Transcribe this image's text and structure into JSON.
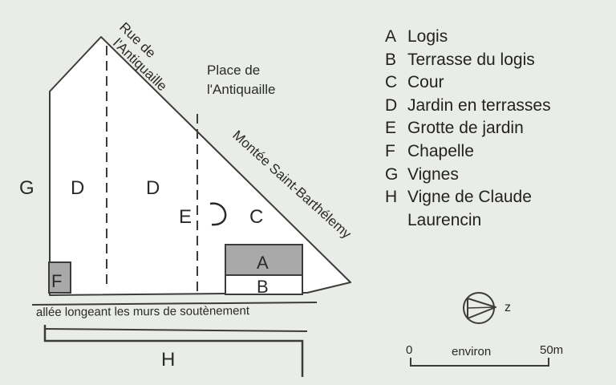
{
  "zones": {
    "A": "A",
    "B": "B",
    "C": "C",
    "D": "D",
    "E": "E",
    "F": "F",
    "G": "G",
    "H": "H"
  },
  "streets": {
    "rue_line1": "Rue de",
    "rue_line2": "l'Antiquaille",
    "place_line1": "Place de",
    "place_line2": "l'Antiquaille",
    "montee": "Montée Saint-Barthélemy",
    "allee": "allée longeant les murs de soutènement"
  },
  "legend": [
    {
      "key": "A",
      "label": "Logis"
    },
    {
      "key": "B",
      "label": "Terrasse du logis"
    },
    {
      "key": "C",
      "label": "Cour"
    },
    {
      "key": "D",
      "label": "Jardin en terrasses"
    },
    {
      "key": "E",
      "label": "Grotte de jardin"
    },
    {
      "key": "F",
      "label": "Chapelle"
    },
    {
      "key": "G",
      "label": "Vignes"
    },
    {
      "key": "H",
      "label": "Vigne de Claude Laurencin"
    }
  ],
  "north": {
    "letter": "z"
  },
  "scale": {
    "start": "0",
    "middle": "environ",
    "end": "50m"
  },
  "colors": {
    "background": "#e9ece7",
    "plot": "#ffffff",
    "building": "#a9a9a9",
    "line": "#3c3c3c"
  }
}
